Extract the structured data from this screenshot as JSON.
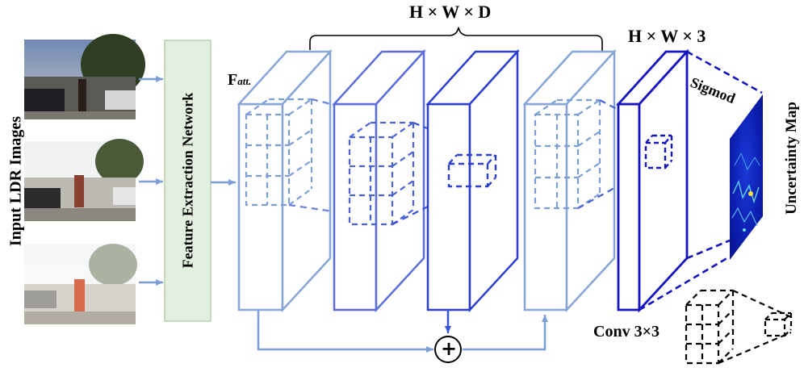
{
  "labels": {
    "input_images": "Input LDR Images",
    "feature_network": "Feature Extraction Network",
    "f_att_main": "F",
    "f_att_sub": "att.",
    "hwd": "H × W × D",
    "hw3": "H × W × 3",
    "sigmod": "Sigmod",
    "uncertainty_map": "Uncertainty Map",
    "conv": "Conv 3×3",
    "plus": "+"
  },
  "colors": {
    "light_blue": "#86a6d8",
    "mid_blue": "#5a6fdc",
    "dark_blue": "#2a3fd0",
    "deep_blue": "#1515c0",
    "feature_box_fill": "#e3efdf",
    "feature_box_stroke": "#b9ceb2",
    "arrow_blue": "#7b9ed6"
  },
  "icons": {
    "input_photo": "street-photo-icon",
    "uncertainty_map": "heatmap-icon"
  }
}
